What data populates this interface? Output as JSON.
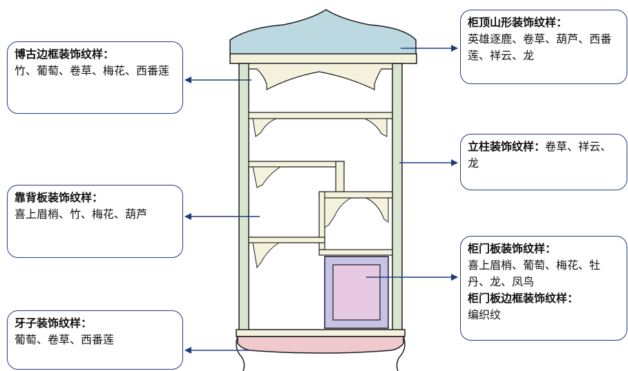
{
  "colors": {
    "callout_border": "#1f3a7a",
    "arrow": "#1f3a7a",
    "outline": "#1a1a1a",
    "cabinet_top": "#bcd9e2",
    "pillar": "#d9e6cf",
    "shelf_inner": "#f4f1dc",
    "door_frame": "#c7c3e6",
    "door_panel": "#e8c9e2",
    "apron": "#efc9cc"
  },
  "callouts": {
    "bogu_frame": {
      "title": "博古边框装饰纹样：",
      "text": "竹、葡萄、卷草、梅花、西番莲"
    },
    "back_panel": {
      "title": "靠背板装饰纹样：",
      "text": "喜上眉梢、竹、梅花、葫芦"
    },
    "apron": {
      "title": "牙子装饰纹样：",
      "text": "葡萄、卷草、西番莲"
    },
    "top": {
      "title": "柜顶山形装饰纹样：",
      "text": "英雄逐鹿、卷草、葫芦、西番莲、祥云、龙"
    },
    "pillar": {
      "title": "立柱装饰纹样：",
      "text": "卷草、祥云、龙"
    },
    "door": {
      "title": "柜门板装饰纹样：",
      "text": "喜上眉梢、葡萄、梅花、牡丹、龙、凤鸟",
      "frame_title": "柜门板边框装饰纹样：",
      "frame_text": "编织纹"
    }
  }
}
